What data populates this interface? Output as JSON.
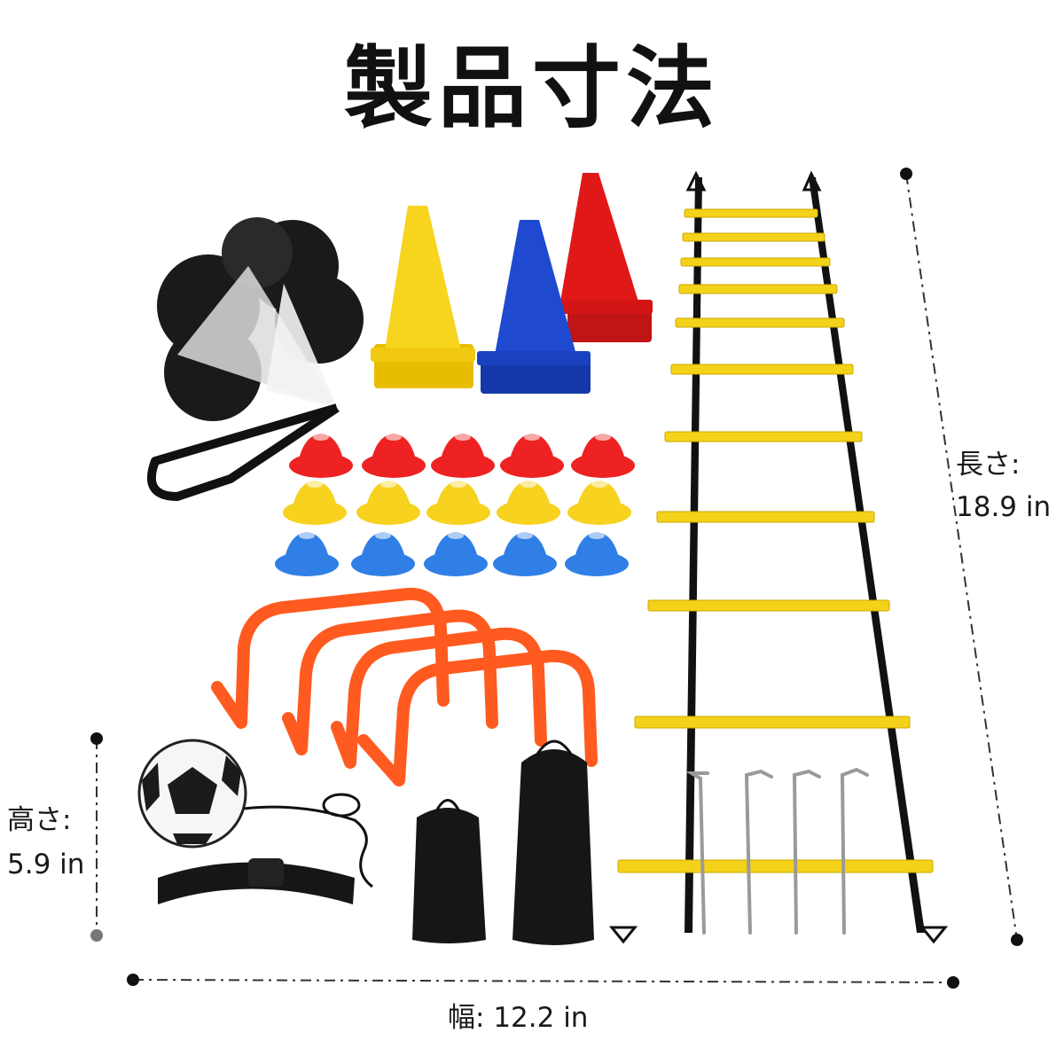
{
  "title": "製品寸法",
  "dimensions": {
    "length": {
      "name": "長さ:",
      "value": "18.9 in"
    },
    "height": {
      "name": "高さ:",
      "value": "5.9 in"
    },
    "width": {
      "name": "幅:",
      "value": "12.2 in"
    }
  },
  "colors": {
    "ladder_rung": "#f5d21a",
    "ladder_strap": "#111111",
    "cone_yellow": "#f7d51e",
    "cone_blue": "#1f4ad0",
    "cone_red": "#e01818",
    "disc_red": "#ee2222",
    "disc_yellow": "#f7d21e",
    "disc_blue": "#2f7fe6",
    "hurdle_orange": "#ff5a1f",
    "bag_black": "#161616"
  },
  "items": [
    "speed-parachute-icon",
    "tall-cone-yellow-icon",
    "tall-cone-blue-icon",
    "tall-cone-red-icon",
    "disc-cone-icon",
    "hurdle-icon",
    "agility-ladder-icon",
    "stake-icon",
    "soccer-trainer-icon",
    "drawstring-bag-icon"
  ]
}
